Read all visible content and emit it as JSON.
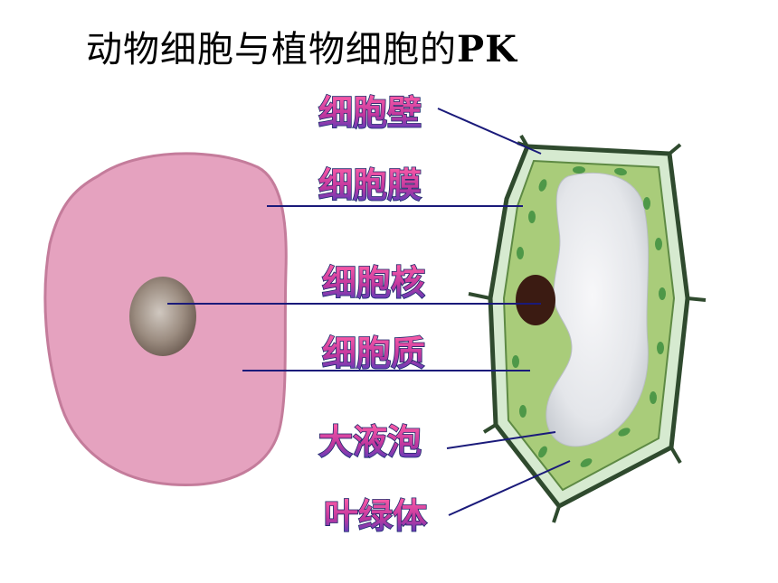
{
  "title": {
    "text": "动物细胞与植物细胞的",
    "suffix": "PK"
  },
  "labels": {
    "cell_wall": "细胞壁",
    "cell_membrane": "细胞膜",
    "nucleus": "细胞核",
    "cytoplasm": "细胞质",
    "vacuole": "大液泡",
    "chloroplast": "叶绿体"
  },
  "colors": {
    "animal_cell_fill": "#e5a2bf",
    "animal_cell_border": "#c47c9b",
    "nucleus": "#9a8a7e",
    "plant_cytoplasm": "#a9cc7a",
    "plant_wall": "#3d5a3a",
    "vacuole": "#e8eaee",
    "chloroplast": "#4e9848",
    "plant_nucleus": "#3b1b12",
    "label_fill_top": "#e02d7e",
    "label_fill_bottom": "#5b3db8",
    "label_outline": "#1b2a6b",
    "leader_line": "#1a1a7a"
  }
}
